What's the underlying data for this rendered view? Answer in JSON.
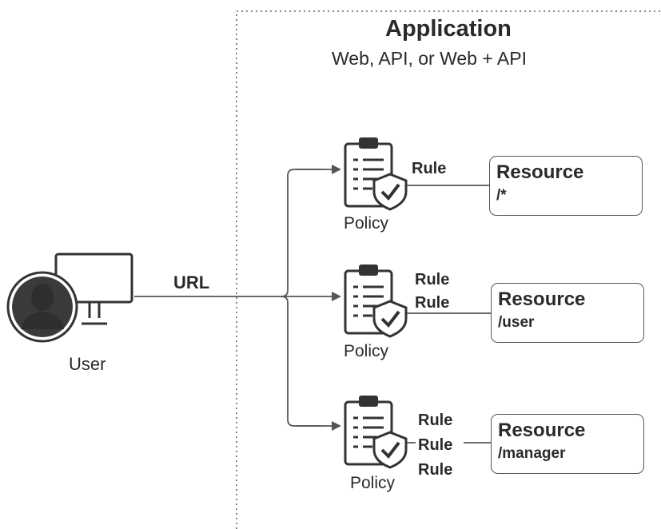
{
  "application": {
    "title": "Application",
    "subtitle": "Web, API, or Web + API"
  },
  "user": {
    "label": "User",
    "connection_label": "URL"
  },
  "policies": [
    {
      "label": "Policy",
      "rules": [
        "Rule"
      ],
      "resource": {
        "title": "Resource",
        "path": "/*"
      }
    },
    {
      "label": "Policy",
      "rules": [
        "Rule",
        "Rule"
      ],
      "resource": {
        "title": "Resource",
        "path": "/user"
      }
    },
    {
      "label": "Policy",
      "rules": [
        "Rule",
        "Rule",
        "Rule"
      ],
      "resource": {
        "title": "Resource",
        "path": "/manager"
      }
    }
  ]
}
